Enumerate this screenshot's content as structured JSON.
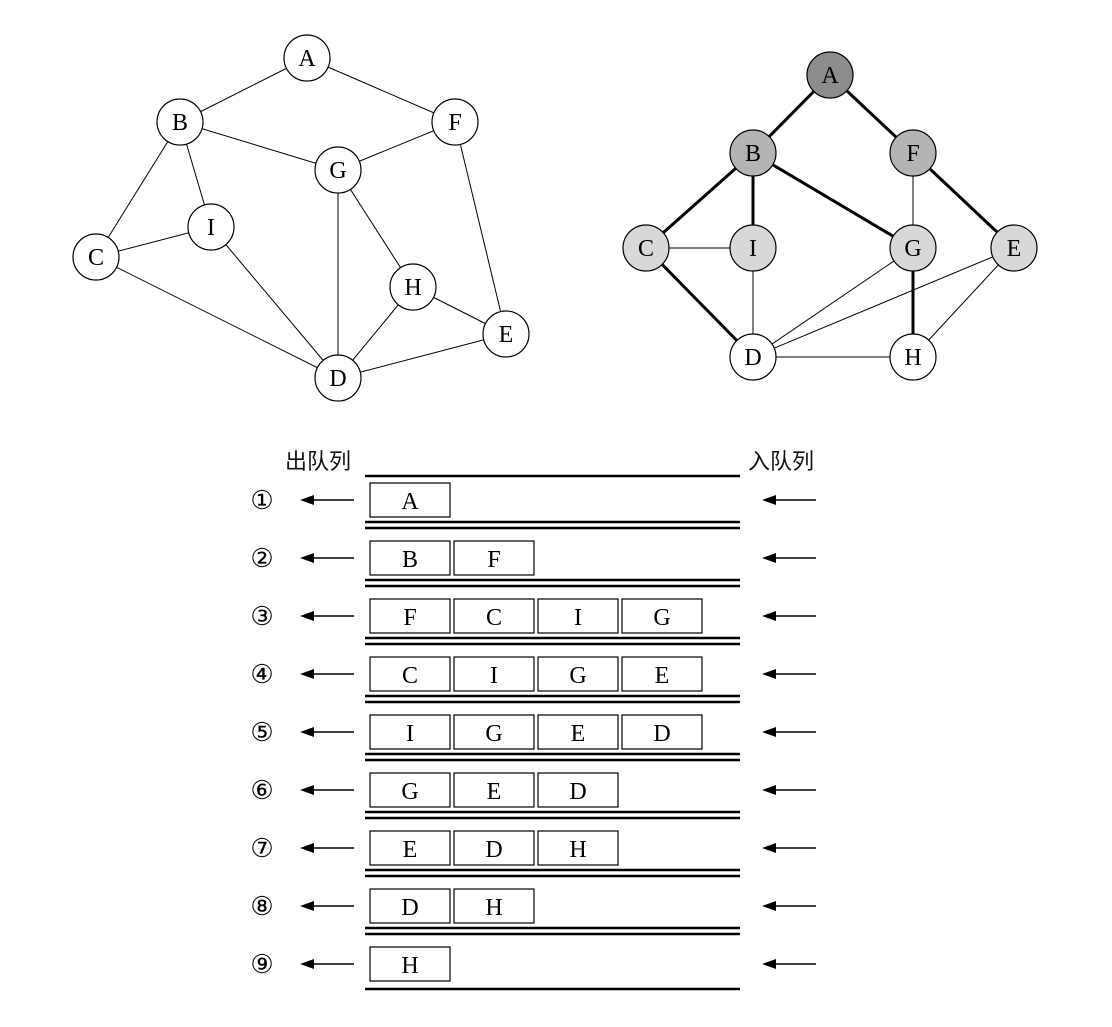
{
  "graph1": {
    "nodes": [
      "A",
      "B",
      "C",
      "D",
      "E",
      "F",
      "G",
      "H",
      "I"
    ],
    "edges": [
      [
        "A",
        "B"
      ],
      [
        "A",
        "F"
      ],
      [
        "B",
        "G"
      ],
      [
        "B",
        "C"
      ],
      [
        "B",
        "I"
      ],
      [
        "C",
        "I"
      ],
      [
        "C",
        "D"
      ],
      [
        "I",
        "D"
      ],
      [
        "F",
        "G"
      ],
      [
        "F",
        "E"
      ],
      [
        "G",
        "D"
      ],
      [
        "G",
        "H"
      ],
      [
        "H",
        "D"
      ],
      [
        "H",
        "E"
      ],
      [
        "D",
        "E"
      ]
    ]
  },
  "graph2": {
    "nodes": [
      {
        "id": "A",
        "shade": "dark"
      },
      {
        "id": "B",
        "shade": "medium"
      },
      {
        "id": "F",
        "shade": "medium"
      },
      {
        "id": "C",
        "shade": "light"
      },
      {
        "id": "I",
        "shade": "light"
      },
      {
        "id": "G",
        "shade": "light"
      },
      {
        "id": "E",
        "shade": "light"
      },
      {
        "id": "D",
        "shade": "white"
      },
      {
        "id": "H",
        "shade": "white"
      }
    ],
    "tree_edges": [
      [
        "A",
        "B"
      ],
      [
        "A",
        "F"
      ],
      [
        "B",
        "C"
      ],
      [
        "B",
        "I"
      ],
      [
        "B",
        "G"
      ],
      [
        "F",
        "E"
      ],
      [
        "C",
        "D"
      ],
      [
        "G",
        "H"
      ]
    ],
    "other_edges": [
      [
        "C",
        "I"
      ],
      [
        "F",
        "G"
      ],
      [
        "I",
        "D"
      ],
      [
        "G",
        "D"
      ],
      [
        "E",
        "D"
      ],
      [
        "E",
        "H"
      ],
      [
        "D",
        "H"
      ]
    ]
  },
  "queue": {
    "dequeue_label": "出队列",
    "enqueue_label": "入队列",
    "steps": [
      {
        "label": "①",
        "items": [
          "A"
        ]
      },
      {
        "label": "②",
        "items": [
          "B",
          "F"
        ]
      },
      {
        "label": "③",
        "items": [
          "F",
          "C",
          "I",
          "G"
        ]
      },
      {
        "label": "④",
        "items": [
          "C",
          "I",
          "G",
          "E"
        ]
      },
      {
        "label": "⑤",
        "items": [
          "I",
          "G",
          "E",
          "D"
        ]
      },
      {
        "label": "⑥",
        "items": [
          "G",
          "E",
          "D"
        ]
      },
      {
        "label": "⑦",
        "items": [
          "E",
          "D",
          "H"
        ]
      },
      {
        "label": "⑧",
        "items": [
          "D",
          "H"
        ]
      },
      {
        "label": "⑨",
        "items": [
          "H"
        ]
      }
    ]
  },
  "colors": {
    "dark": "#8c8c8c",
    "medium": "#b4b4b4",
    "light": "#d8d8d8",
    "white": "#ffffff",
    "stroke": "#000000"
  }
}
